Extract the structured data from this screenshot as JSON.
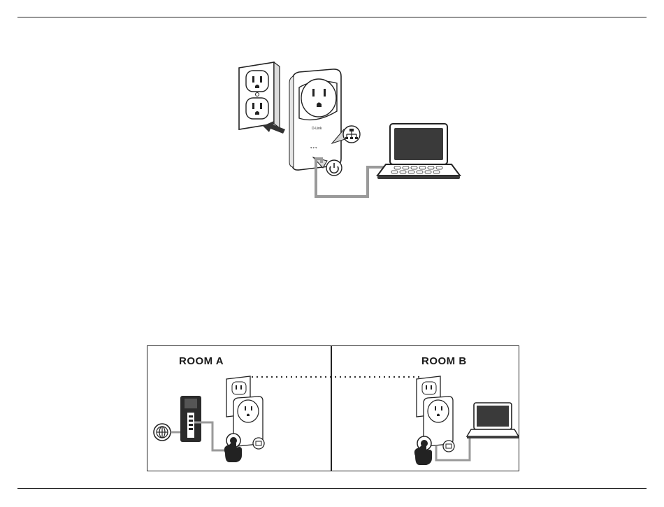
{
  "header": {
    "rule": true
  },
  "step_illustration": {
    "adapter_brand": "D-Link",
    "icons": [
      "wall-outlet-icon",
      "insert-arrow-icon",
      "powerline-adapter-icon",
      "network-port-icon",
      "power-icon",
      "laptop-icon",
      "ethernet-cable-icon"
    ]
  },
  "rooms_diagram": {
    "room_a": {
      "label": "ROOM A"
    },
    "room_b": {
      "label": "ROOM B"
    },
    "icons": [
      "globe-icon",
      "router-icon",
      "wall-outlet-icon",
      "powerline-adapter-icon",
      "pair-button-icon",
      "hand-press-icon",
      "network-port-icon",
      "laptop-icon"
    ]
  },
  "colors": {
    "line": "#222222",
    "cable": "#9a9a9a",
    "laptop_screen": "#3a3a3a",
    "fill_light": "#ffffff",
    "shade": "#d9d9d9"
  }
}
